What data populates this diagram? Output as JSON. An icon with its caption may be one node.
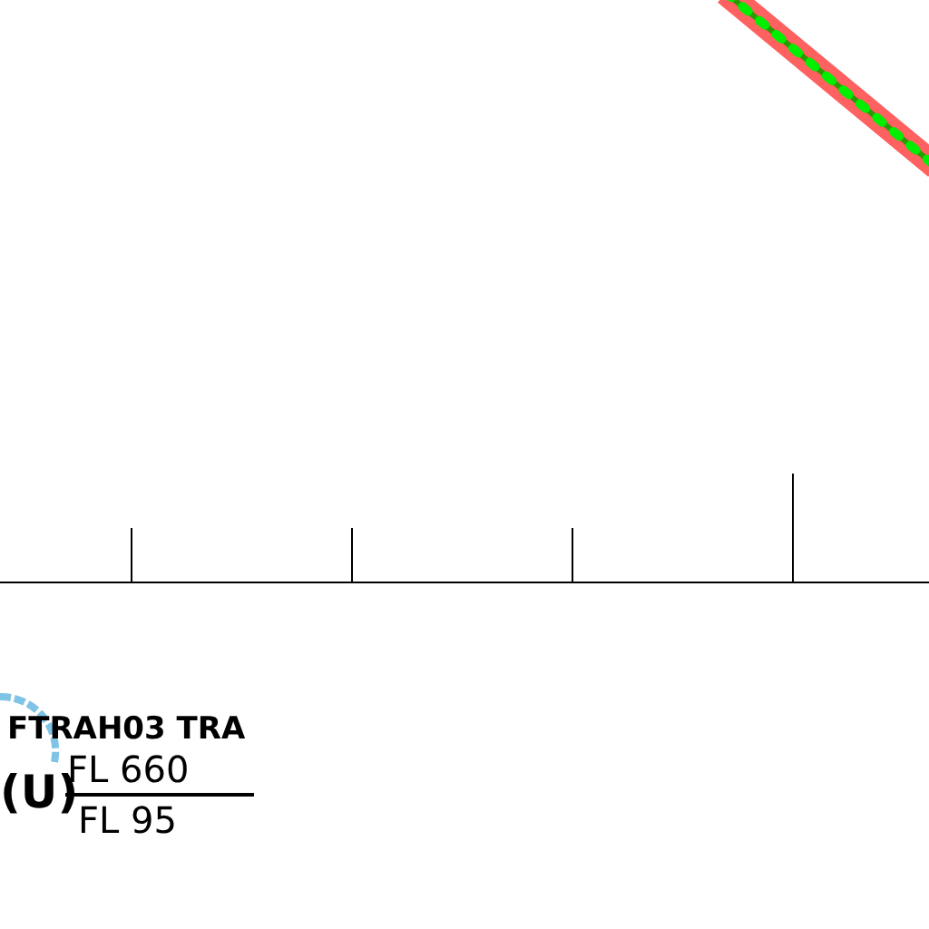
{
  "diagram": {
    "labels": [
      "FTRAH03 TRA",
      "(U)",
      "FL 660",
      "FL 95"
    ]
  }
}
